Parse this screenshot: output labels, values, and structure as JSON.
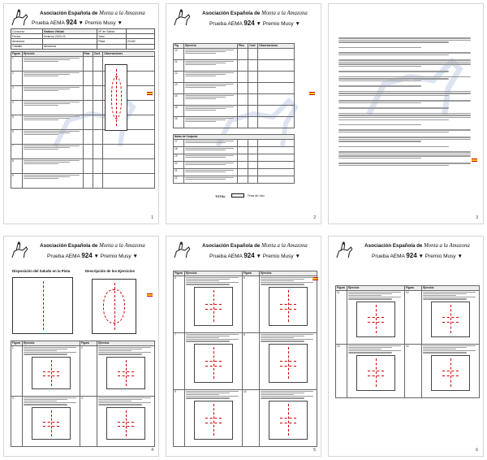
{
  "header": {
    "title_pre": "Asociación Española de",
    "title_script": "Monta a la Amazona",
    "test_prefix": "Prueba AEMA",
    "test_number": "924",
    "test_name": "Premio Musy"
  },
  "page1": {
    "info": {
      "competition_label": "Concurso",
      "competition_value": "Garbeo Virtual",
      "date_label": "Fecha",
      "date_value": "Invierno 2020-21",
      "rider_label": "Amazona",
      "horse_label": "Caballo",
      "judge_label": "Juez",
      "pista_label": "Pista",
      "pista_value": "20×60",
      "number_label": "Nº de Salida",
      "bottom_label": "Amazona"
    },
    "columns": [
      "Figura",
      "Ejercicio",
      "Ptos",
      "Coef.",
      "Observaciones"
    ],
    "figures": [
      "1",
      "2",
      "3",
      "4",
      "5",
      "6",
      "7",
      "8",
      "9"
    ],
    "page_number": "1"
  },
  "page2": {
    "columns": [
      "Fig",
      "Ejercicio",
      "Ptos",
      "Coef.",
      "Observaciones"
    ],
    "figures": [
      "10",
      "11",
      "12",
      "13",
      "14",
      "15",
      "16"
    ],
    "collective_title": "Notas de Conjunto",
    "collective_rows": [
      "17",
      "18",
      "19",
      "20",
      "21",
      "22"
    ],
    "total_label": "TOTAL",
    "total_note": "Firma del Juez",
    "page_number": "2"
  },
  "page3": {
    "page_number": "3"
  },
  "page4": {
    "left_title": "Disposición del Saludo en la Pista",
    "right_title": "Descripción de los Ejercicios",
    "columns": [
      "Figura",
      "Ejercicio"
    ],
    "figures": [
      "1",
      "2",
      "3",
      "4"
    ],
    "page_number": "4"
  },
  "page5": {
    "columns": [
      "Figura",
      "Ejercicio"
    ],
    "figures": [
      "5",
      "6",
      "7",
      "8",
      "9",
      "10"
    ],
    "page_number": "5"
  },
  "page6": {
    "columns": [
      "Figura",
      "Ejercicio"
    ],
    "figures": [
      "11",
      "12",
      "13",
      "14"
    ],
    "page_number": "6"
  },
  "colors": {
    "accent_red": "#c00000",
    "flag_red": "#c60b1e",
    "flag_yellow": "#ffc400"
  }
}
